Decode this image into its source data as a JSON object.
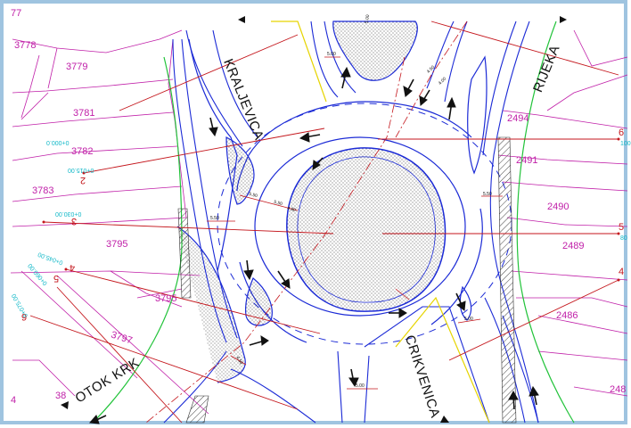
{
  "parcels": {
    "p77": "77",
    "p3778": "3778",
    "p3779": "3779",
    "p3781": "3781",
    "p3782": "3782",
    "p3783": "3783",
    "p3795": "3795",
    "p3795b": "3795",
    "p3797": "3797",
    "p38": "38",
    "p2494": "2494",
    "p2491": "2491",
    "p2490": "2490",
    "p2489": "2489",
    "p2486": "2486",
    "p248": "248",
    "p4": "4"
  },
  "roads": {
    "kraljevica": "KRALJEVICA",
    "rijeka": "RIJEKA",
    "otok_krk": "OTOK KRK",
    "crikvenica": "CRIKVENICA"
  },
  "stations": {
    "s2": "2",
    "s3": "3",
    "s4": "4",
    "s5": "5",
    "s6": "6",
    "s5r": "5",
    "s6r": "6",
    "s4r": "4"
  },
  "chainage": {
    "c0": "0+000.0",
    "c2": "0+015.00",
    "c3": "0+030.00",
    "c4": "0+045.00",
    "c5": "0+060.00",
    "c6": "0+075.00",
    "c6r": "100",
    "c5r": "80"
  },
  "dimensions": {
    "d1": "5.50",
    "d2": "5.50",
    "d3": "5.50",
    "d4": "4.50",
    "d5": "4.00",
    "d6": "5.00",
    "d7": "5.50",
    "d8": "5.00",
    "d9": "4.50",
    "d10": "5.00",
    "d11": "5.00",
    "d12": "4.50"
  },
  "colors": {
    "parcel_lines": "#c01fa8",
    "road_edges": "#1c2bd6",
    "stations": "#c4161c",
    "chainage": "#11b8c8",
    "green_line": "#22c33a",
    "yellow_line": "#e6d400",
    "frame": "#9fc4e0"
  },
  "icons": {
    "north_arrow_kraljevica": "triangle-left-icon",
    "north_arrow_rijeka": "triangle-right-icon",
    "direction_arrows": "traffic-arrow-icon"
  }
}
